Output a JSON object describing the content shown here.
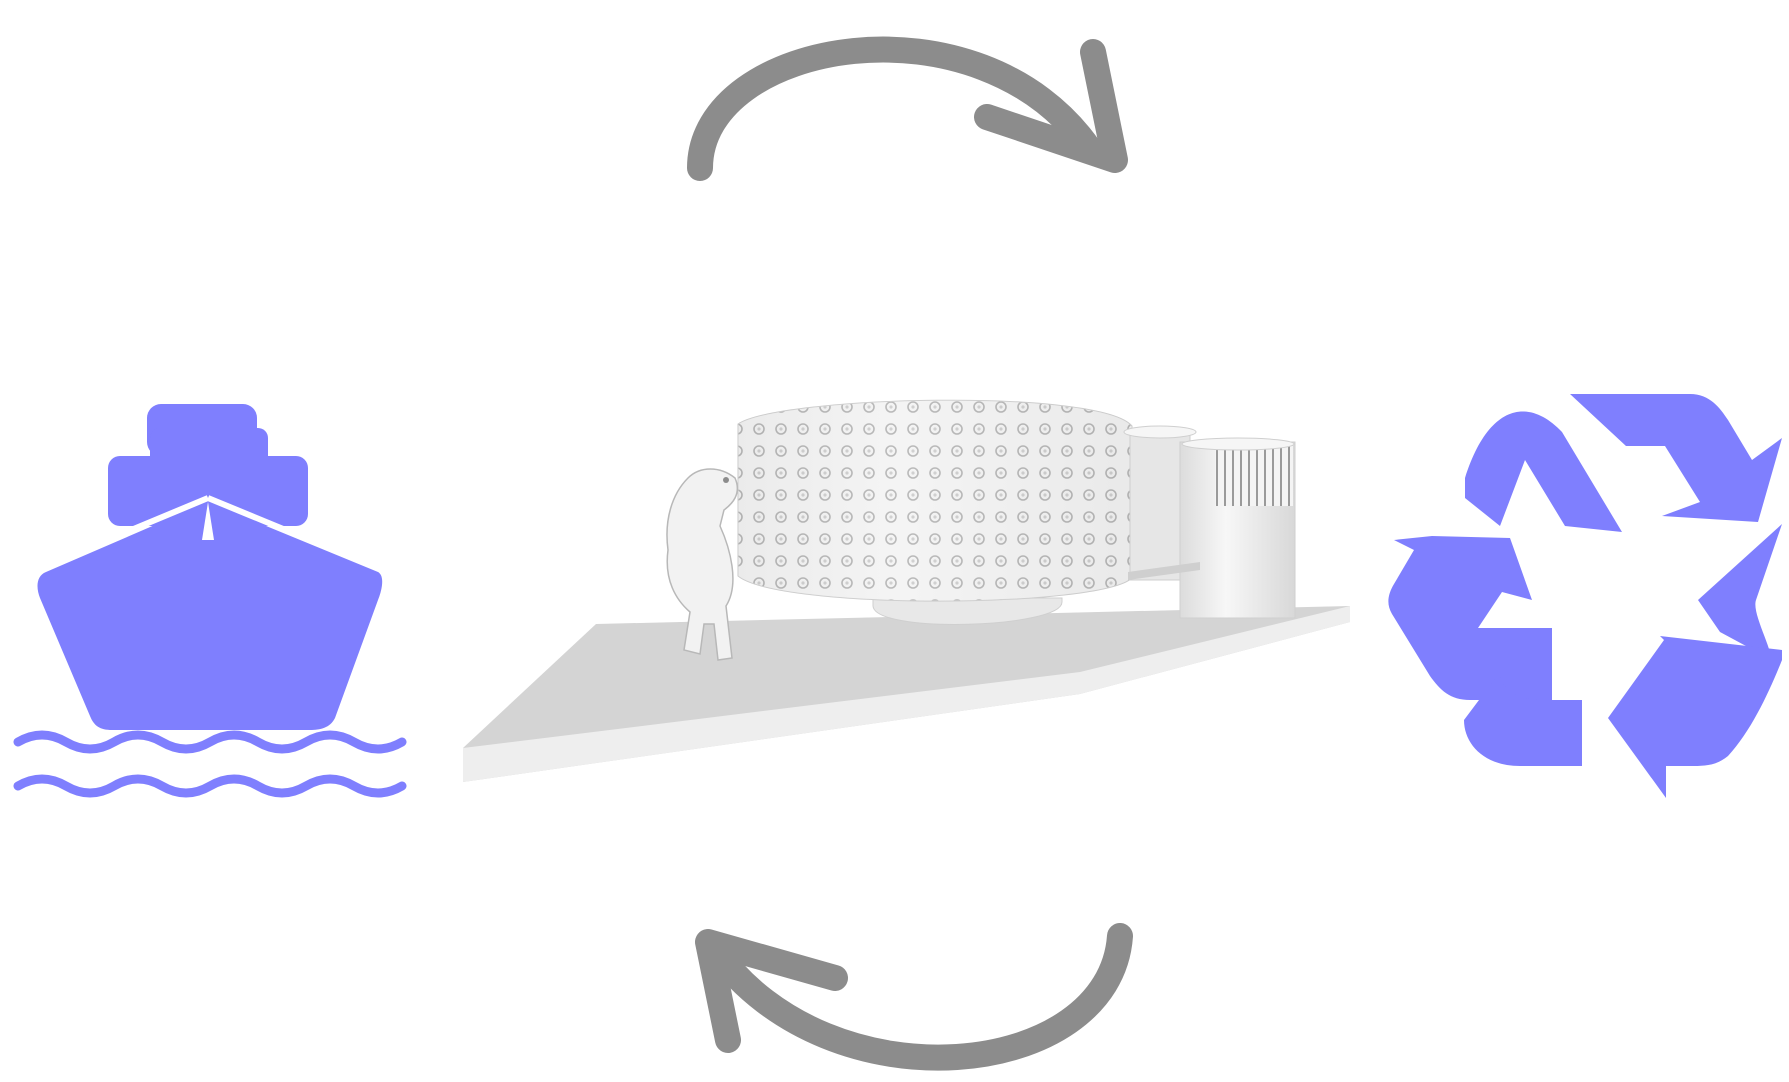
{
  "diagram": {
    "nodes": [
      {
        "id": "ship",
        "icon": "ship-icon"
      },
      {
        "id": "floating-platform",
        "icon": "platform-render"
      },
      {
        "id": "recycle",
        "icon": "recycle-icon"
      }
    ],
    "cycle_arrows": [
      {
        "id": "top",
        "direction": "clockwise"
      },
      {
        "id": "bottom",
        "direction": "clockwise"
      }
    ]
  },
  "colors": {
    "icon": "#7f7ffe",
    "arrow": "#8c8c8c",
    "platform": "#d4d4d4",
    "platform_edge": "#eeeeee",
    "structure": "#f1f1f1",
    "background": "#ffffff"
  }
}
